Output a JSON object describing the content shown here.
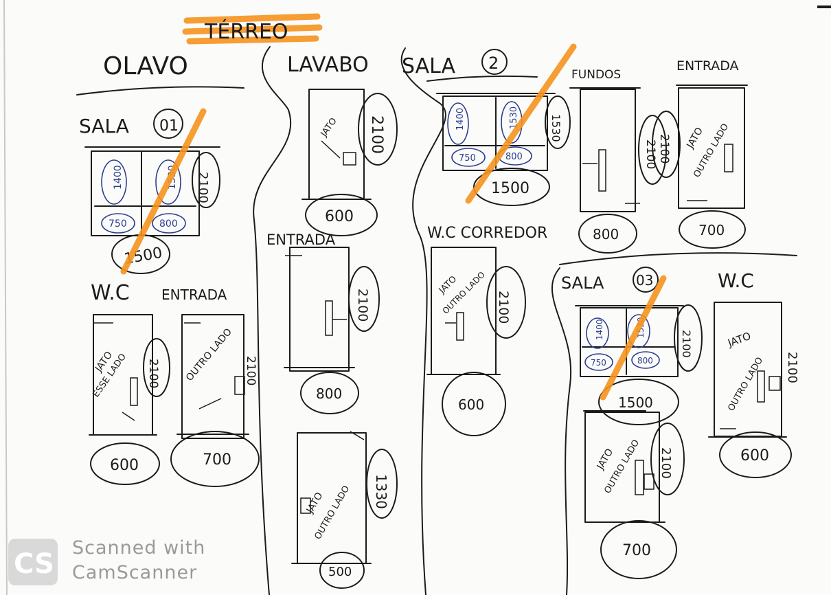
{
  "title": "TÉRREO",
  "floors_divider": "",
  "colors": {
    "ink": "#1b1b1b",
    "highlight": "#f5921e",
    "blue_ink": "#2c3e8f"
  },
  "labels": {
    "olavo": "OLAVO",
    "sala01": "SALA",
    "sala01_num": "01",
    "lavabo": "LAVABO",
    "sala02": "SALA",
    "sala02_num": "2",
    "fundos": "FUNDOS",
    "entrada_top": "ENTRADA",
    "wc": "W.C",
    "entrada_left": "ENTRADA",
    "entrada_mid": "ENTRADA",
    "wc_corredor": "W.C CORREDOR",
    "sala03": "SALA",
    "sala03_num": "03",
    "wc_right": "W.C"
  },
  "notes": {
    "jato": "JATO",
    "outro_lado": "OUTRO LADO",
    "esse_lado": "ESSE LADO"
  },
  "dimensions": {
    "sala01_w": "1500",
    "sala01_h": "2100",
    "sala01_a": "1400",
    "sala01_b": "1530",
    "sala01_c": "750",
    "sala01_d": "800",
    "lavabo_h": "2100",
    "lavabo_w": "600",
    "sala02_a": "1400",
    "sala02_b": "1530",
    "sala02_c": "750",
    "sala02_d": "800",
    "sala02_w": "1500",
    "sala02_h": "1530",
    "fundos_h": "2100",
    "fundos_w": "800",
    "entrada_top_h": "2100",
    "entrada_top_w": "700",
    "wc_h": "2100",
    "wc_w": "600",
    "entrada_left_h": "2100",
    "entrada_left_w": "700",
    "entrada_mid_h": "2100",
    "entrada_mid_w": "800",
    "wc_corredor_h": "2100",
    "wc_corredor_w": "600",
    "lower_mid_h": "1330",
    "lower_mid_w": "500",
    "sala03_a": "1400",
    "sala03_b": "1530",
    "sala03_c": "750",
    "sala03_d": "800",
    "sala03_w": "1500",
    "sala03_h": "2100",
    "wc_right_h": "2100",
    "wc_right_w": "600",
    "lower_right_h": "2100",
    "lower_right_w": "700"
  },
  "watermark": {
    "line1": "Scanned with",
    "line2": "CamScanner"
  }
}
